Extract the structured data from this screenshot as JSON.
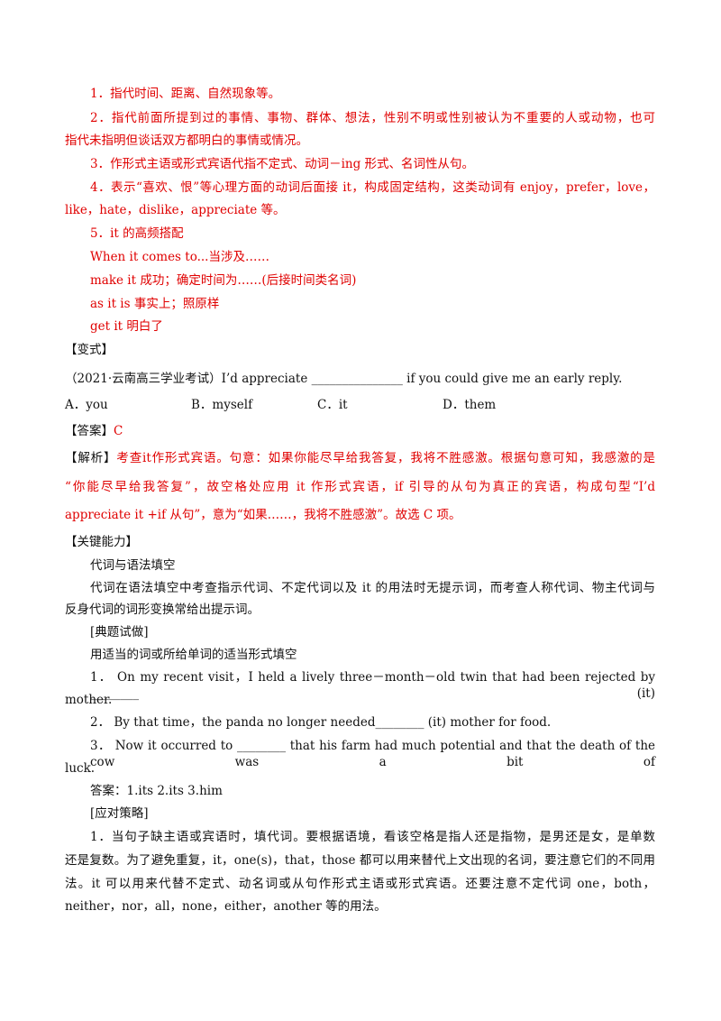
{
  "colors": {
    "highlight": "#e00000",
    "text": "#111111",
    "background": "#ffffff"
  },
  "section1": {
    "rule1": "1．指代时间、距离、自然现象等。",
    "rule2_l1": "2．指代前面所提到过的事情、事物、群体、想法，性别不明或性别被认为不重要的人或动物，也可",
    "rule2_l2": "指代未指明但谈话双方都明白的事情或情况。",
    "rule3": "3．作形式主语或形式宾语代指不定式、动词－ing 形式、名词性从句。",
    "rule4_l1": "4．表示“喜欢、恨”等心理方面的动词后面接 it，构成固定结构，这类动词有 enjoy，prefer，love，",
    "rule4_l2": "like，hate，dislike，appreciate 等。",
    "rule5": "5．it 的高频搭配",
    "collocations": [
      "When it comes to...当涉及……",
      "make it 成功；确定时间为……(后接时间类名词)",
      "as it is  事实上；照原样",
      "get it  明白了"
    ]
  },
  "variant": {
    "heading": "【变式】",
    "question": "（2021·云南高三学业考试）I’d appreciate _______________ if you could give me an early reply.",
    "options": [
      "A．you",
      "B．myself",
      "C．it",
      "D．them"
    ],
    "answer_label": "【答案】",
    "answer": "C",
    "analysis_label": "【解析】",
    "analysis_l1": "考查it作形式宾语。句意：如果你能尽早给我答复，我将不胜感激。根据句意可知，我感激的是",
    "analysis_l2": "“你能尽早给我答复”，故空格处应用 it 作形式宾语，if 引导的从句为真正的宾语，构成句型“I’d",
    "analysis_l3": "appreciate it +if 从句”，意为“如果……，我将不胜感激”。故选 C 项。"
  },
  "key_ability": {
    "heading": "【关键能力】",
    "subheading": "代词与语法填空",
    "intro_l1": "代词在语法填空中考查指示代词、不定代词以及 it 的用法时无提示词，而考查人称代词、物主代词与",
    "intro_l2": "反身代词的词形变换常给出提示词。",
    "typical_heading": "[典题试做]",
    "instruction": "用适当的词或所给单词的适当形式填空",
    "ex1_l1": "1．  On my recent visit，I held a lively three－month－old twin that had been rejected by ________ (it)",
    "ex1_l2": "mother.",
    "ex2": "2．  By that time，the panda no longer needed________ (it) mother for food.",
    "ex3_l1": "3．  Now it occurred to ________ that his farm had much potential and that the death of the cow was a bit of",
    "ex3_l2": "luck.",
    "answers": "答案：1.its    2.its    3.him",
    "strategy_heading": "[应对策略]",
    "strategy_l1": "1．当句子缺主语或宾语时，填代词。要根据语境，看该空格是指人还是指物，是男还是女，是单数",
    "strategy_l2": "还是复数。为了避免重复，it，one(s)，that，those 都可以用来替代上文出现的名词，要注意它们的不同用",
    "strategy_l3": "法。it 可以用来代替不定式、动名词或从句作形式主语或形式宾语。还要注意不定代词 one，both，",
    "strategy_l4": "neither，nor，all，none，either，another 等的用法。"
  }
}
